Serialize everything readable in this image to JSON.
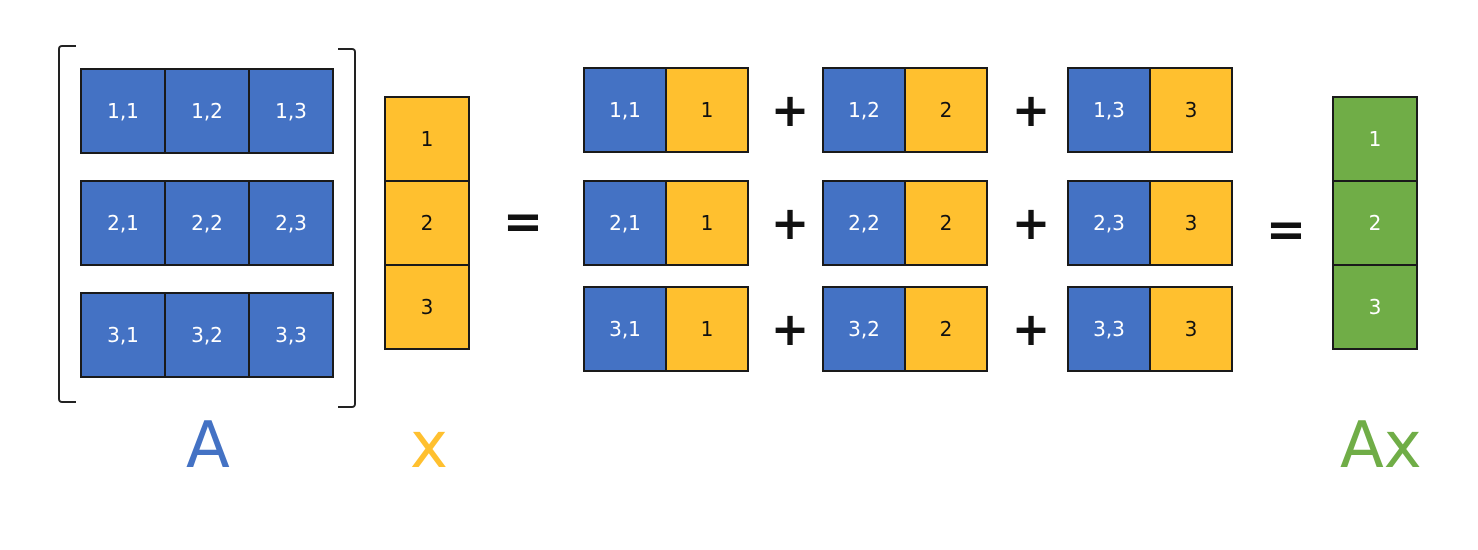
{
  "colors": {
    "blue": "#4472C4",
    "yellow": "#FFC02F",
    "green": "#70AD47"
  },
  "matrix": {
    "label": "A",
    "rows": [
      [
        "1,1",
        "1,2",
        "1,3"
      ],
      [
        "2,1",
        "2,2",
        "2,3"
      ],
      [
        "3,1",
        "3,2",
        "3,3"
      ]
    ]
  },
  "vector": {
    "label": "x",
    "values": [
      "1",
      "2",
      "3"
    ]
  },
  "expansion": {
    "rows": [
      [
        {
          "a": "1,1",
          "x": "1"
        },
        {
          "a": "1,2",
          "x": "2"
        },
        {
          "a": "1,3",
          "x": "3"
        }
      ],
      [
        {
          "a": "2,1",
          "x": "1"
        },
        {
          "a": "2,2",
          "x": "2"
        },
        {
          "a": "2,3",
          "x": "3"
        }
      ],
      [
        {
          "a": "3,1",
          "x": "1"
        },
        {
          "a": "3,2",
          "x": "2"
        },
        {
          "a": "3,3",
          "x": "3"
        }
      ]
    ],
    "plus": "+"
  },
  "equals": "=",
  "result": {
    "label": "Ax",
    "values": [
      "1",
      "2",
      "3"
    ]
  }
}
